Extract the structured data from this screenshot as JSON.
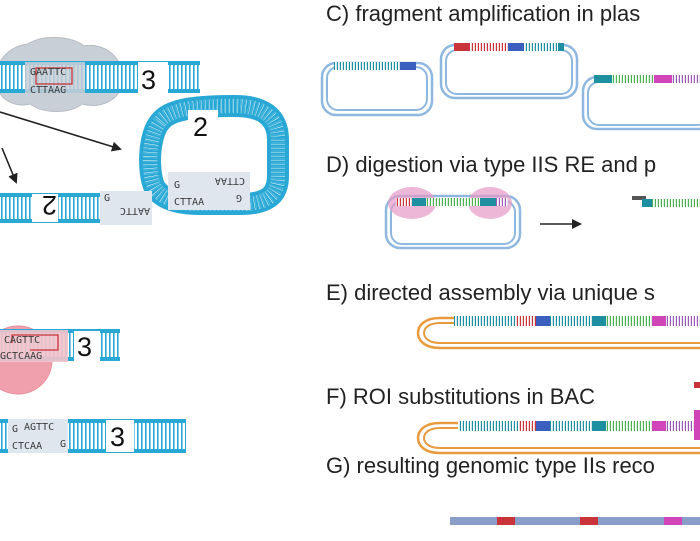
{
  "panels": {
    "c": "C) fragment amplification in plas",
    "d": "D) digestion via type IIS RE and p",
    "e": "E) directed assembly via unique s",
    "f": "F) ROI substitutions in BAC",
    "g": "G) resulting genomic type IIs reco"
  },
  "ecori_site": {
    "top": "GAATTC",
    "bottom": "CTTAAG",
    "left_end": "G",
    "sticky": "AATTC",
    "sticky_rev": "CTTAA"
  },
  "ecori_cut_left": {
    "top": "G",
    "bottom": "CTTAA"
  },
  "type_iis_site": {
    "top": "CAGTTC",
    "bottom": "GCTCAAG",
    "left_top": "G",
    "sticky_top": "AGTTC",
    "bottom_left": "CTCAA",
    "bottom_right": "G"
  },
  "numbers": {
    "three": "3",
    "two": "2"
  },
  "colors": {
    "dna_blue": "#29a8d6",
    "plasmid_blue": "#8fb8e0",
    "bac_orange": "#e89a3c",
    "enzyme_grey": "#c9cfd6",
    "enzyme_pink": "#f0a0ac",
    "type_iis_pink": "#e59ac8",
    "genome_blue": "#8a9cc8",
    "site_red": "#c8343a",
    "site_magenta": "#d046b8",
    "arrow": "#222222"
  }
}
